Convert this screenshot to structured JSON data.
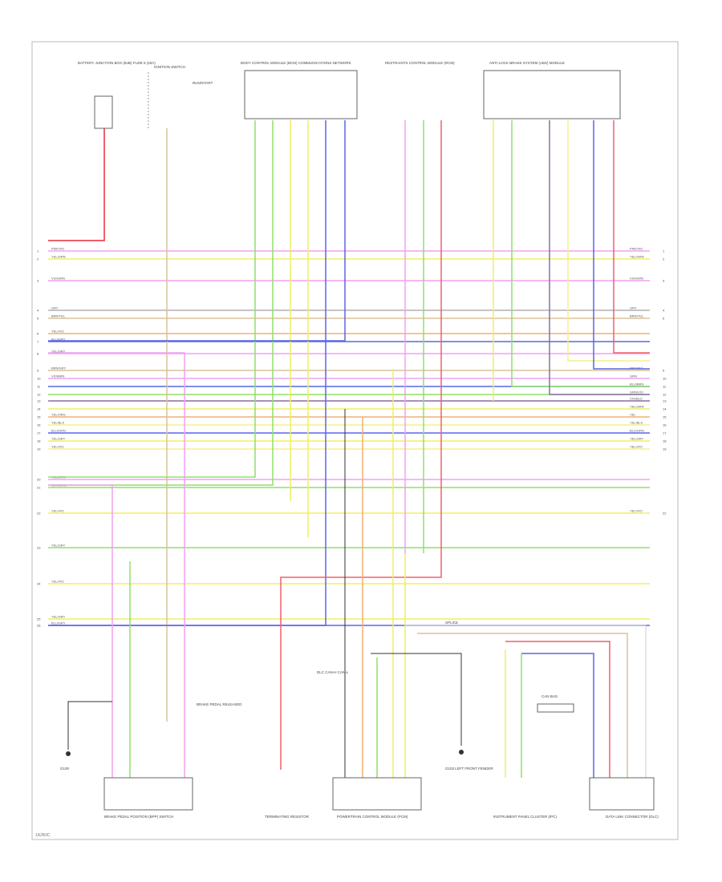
{
  "diagram": {
    "footer_code": "1A2B3C",
    "colors": {
      "pink": "#f2a0f2",
      "yellow": "#efef60",
      "lightyellow": "#f4f08a",
      "green": "#8fe06a",
      "blue": "#5a66e6",
      "red": "#f0606a",
      "orange": "#f2b070",
      "grey": "#b0b0b0",
      "purple": "#8a6fa0",
      "tan": "#d8c39a",
      "black": "#333333"
    },
    "wire_rows": [
      {
        "id": "r1",
        "num_left": "1",
        "label_left": "PNK/VIO",
        "label_right": "PNK/VIO",
        "num_right": "1",
        "color": "pink"
      },
      {
        "id": "r2",
        "num_left": "2",
        "label_left": "YEL/GRN",
        "label_right": "YEL/GRN",
        "num_right": "2",
        "color": "yellow"
      },
      {
        "id": "r3",
        "num_left": "3",
        "label_left": "VIO/GRN",
        "label_right": "VIO/GRN",
        "num_right": "3",
        "color": "pink"
      },
      {
        "id": "r4",
        "num_left": "4",
        "label_left": "GRY",
        "label_right": "GRY",
        "num_right": "4",
        "color": "grey"
      },
      {
        "id": "r5",
        "num_left": "5",
        "label_left": "BRN/YEL",
        "label_right": "BRN/YEL",
        "num_right": "5",
        "color": "tan"
      },
      {
        "id": "r6",
        "num_left": "6",
        "label_left": "YEL/VIO",
        "label_right": "",
        "num_right": "",
        "color": "orange"
      },
      {
        "id": "r7",
        "num_left": "7",
        "label_left": "BLU/GRY",
        "label_right": "",
        "num_right": "",
        "color": "blue"
      },
      {
        "id": "r8",
        "num_left": "8",
        "label_left": "YEL/GRY",
        "label_right": "",
        "num_right": "",
        "color": "pink"
      },
      {
        "id": "r9",
        "num_left": "9",
        "label_left": "BRN/GRY",
        "label_right": "RED/VIO",
        "num_right": "9",
        "color": "tan"
      },
      {
        "id": "r10",
        "num_left": "10",
        "label_left": "VIO/BRN",
        "label_right": "GRN",
        "num_right": "10",
        "color": "pink"
      },
      {
        "id": "r11",
        "num_left": "11",
        "label_left": "",
        "label_right": "BLU/BRN",
        "num_right": "11",
        "color": "blue"
      },
      {
        "id": "r12",
        "num_left": "12",
        "label_left": "",
        "label_right": "GRN/VIO",
        "num_right": "12",
        "color": "green"
      },
      {
        "id": "r13",
        "num_left": "13",
        "label_left": "",
        "label_right": "VIO/BLU",
        "num_right": "13",
        "color": "purple"
      },
      {
        "id": "r14",
        "num_left": "14",
        "label_left": "",
        "label_right": "YEL/GRN",
        "num_right": "14",
        "color": "yellow"
      },
      {
        "id": "r15",
        "num_left": "15",
        "label_left": "YEL/ORG",
        "label_right": "YEL",
        "num_right": "15",
        "color": "orange"
      },
      {
        "id": "r16",
        "num_left": "16",
        "label_left": "YEL/BLK",
        "label_right": "YEL/BLK",
        "num_right": "16",
        "color": "lightyellow"
      },
      {
        "id": "r17",
        "num_left": "17",
        "label_left": "BLU/GRN",
        "label_right": "BLU/GRN",
        "num_right": "17",
        "color": "blue"
      },
      {
        "id": "r18",
        "num_left": "18",
        "label_left": "YEL/GRY",
        "label_right": "YEL/GRY",
        "num_right": "18",
        "color": "yellow"
      },
      {
        "id": "r19",
        "num_left": "19",
        "label_left": "YEL/VIO",
        "label_right": "YEL/VIO",
        "num_right": "19",
        "color": "lightyellow"
      },
      {
        "id": "r20",
        "num_left": "20",
        "label_left": "YEL/GRN",
        "label_right": "",
        "num_right": "",
        "color": "pink"
      },
      {
        "id": "r21",
        "num_left": "21",
        "label_left": "GRN/ORG",
        "label_right": "",
        "num_right": "",
        "color": "green"
      },
      {
        "id": "r22",
        "num_left": "22",
        "label_left": "YEL/VIO",
        "label_right": "YEL/VIO",
        "num_right": "22",
        "color": "yellow"
      },
      {
        "id": "r23",
        "num_left": "23",
        "label_left": "YEL/GRY",
        "label_right": "",
        "num_right": "",
        "color": "green"
      },
      {
        "id": "r24",
        "num_left": "24",
        "label_left": "YEL/VIO",
        "label_right": "",
        "num_right": "",
        "color": "yellow"
      },
      {
        "id": "r25",
        "num_left": "25",
        "label_left": "YEL/GRY",
        "label_right": "",
        "num_right": "",
        "color": "yellow"
      },
      {
        "id": "r26",
        "num_left": "26",
        "label_left": "BLU/GRY",
        "label_right": "",
        "num_right": "",
        "color": "blue"
      }
    ],
    "top_components": [
      {
        "id": "fuse",
        "label": "BATTERY JUNCTION BOX (BJB) FUSE 5 (20A)"
      },
      {
        "id": "ign",
        "label": "IGNITION SWITCH"
      },
      {
        "id": "ign_note",
        "label": "RUN/START"
      },
      {
        "id": "bcm",
        "label": "BODY CONTROL MODULE (BCM) COMMUNICATIONS NETWORK"
      },
      {
        "id": "rcm",
        "label": "RESTRAINTS CONTROL MODULE (RCM)"
      },
      {
        "id": "abs",
        "label": "ANTI-LOCK BRAKE SYSTEM (ABS) MODULE"
      }
    ],
    "bottom_components": [
      {
        "id": "g",
        "label": "G100"
      },
      {
        "id": "bpp",
        "label": "BRAKE PEDAL POSITION (BPP) SWITCH"
      },
      {
        "id": "bpp_note",
        "label": "BRAKE PEDAL RELEASED"
      },
      {
        "id": "term",
        "label": "TERMINATING RESISTOR"
      },
      {
        "id": "pcm",
        "label": "POWERTRAIN CONTROL MODULE (PCM)"
      },
      {
        "id": "pcm_note",
        "label": "DLC CAN-H CAN-L"
      },
      {
        "id": "ground",
        "label": "G103 LEFT FRONT FENDER"
      },
      {
        "id": "ipc",
        "label": "INSTRUMENT PANEL CLUSTER (IPC)"
      },
      {
        "id": "ipc_sub",
        "label": "CAN BUS"
      },
      {
        "id": "dlc",
        "label": "DATA LINK CONNECTOR (DLC)"
      },
      {
        "id": "diag_label",
        "label": "SPLICE"
      }
    ]
  }
}
